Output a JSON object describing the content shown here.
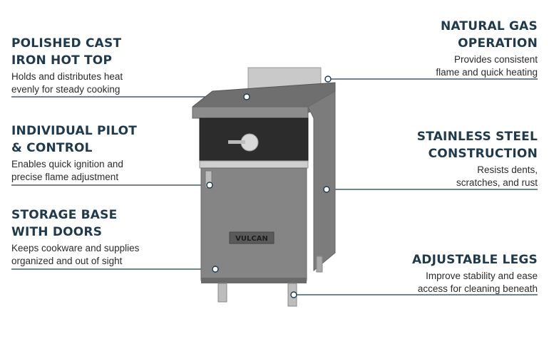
{
  "features": {
    "hot_top": {
      "title_line1": "POLISHED CAST",
      "title_line2": "IRON HOT TOP",
      "desc_line1": "Holds and distributes heat",
      "desc_line2": "evenly for steady cooking"
    },
    "pilot": {
      "title_line1": "INDIVIDUAL PILOT",
      "title_line2": "& CONTROL",
      "desc_line1": "Enables quick ignition and",
      "desc_line2": "precise flame adjustment"
    },
    "storage": {
      "title_line1": "STORAGE BASE",
      "title_line2": "WITH DOORS",
      "desc_line1": "Keeps cookware and supplies",
      "desc_line2": "organized and out of sight"
    },
    "gas": {
      "title_line1": "NATURAL GAS",
      "title_line2": "OPERATION",
      "desc_line1": "Provides consistent",
      "desc_line2": "flame and quick heating"
    },
    "steel": {
      "title_line1": "STAINLESS STEEL",
      "title_line2": "CONSTRUCTION",
      "desc_line1": "Resists dents,",
      "desc_line2": "scratches, and rust"
    },
    "legs": {
      "title_line1": "ADJUSTABLE LEGS",
      "desc_line1": "Improve stability and ease",
      "desc_line2": "access for cleaning beneath"
    }
  },
  "product": {
    "brand_logo": "VULCAN"
  },
  "colors": {
    "heading": "#1f3a4d",
    "line": "#1f3a4d",
    "steel": "#8a8a8a"
  }
}
